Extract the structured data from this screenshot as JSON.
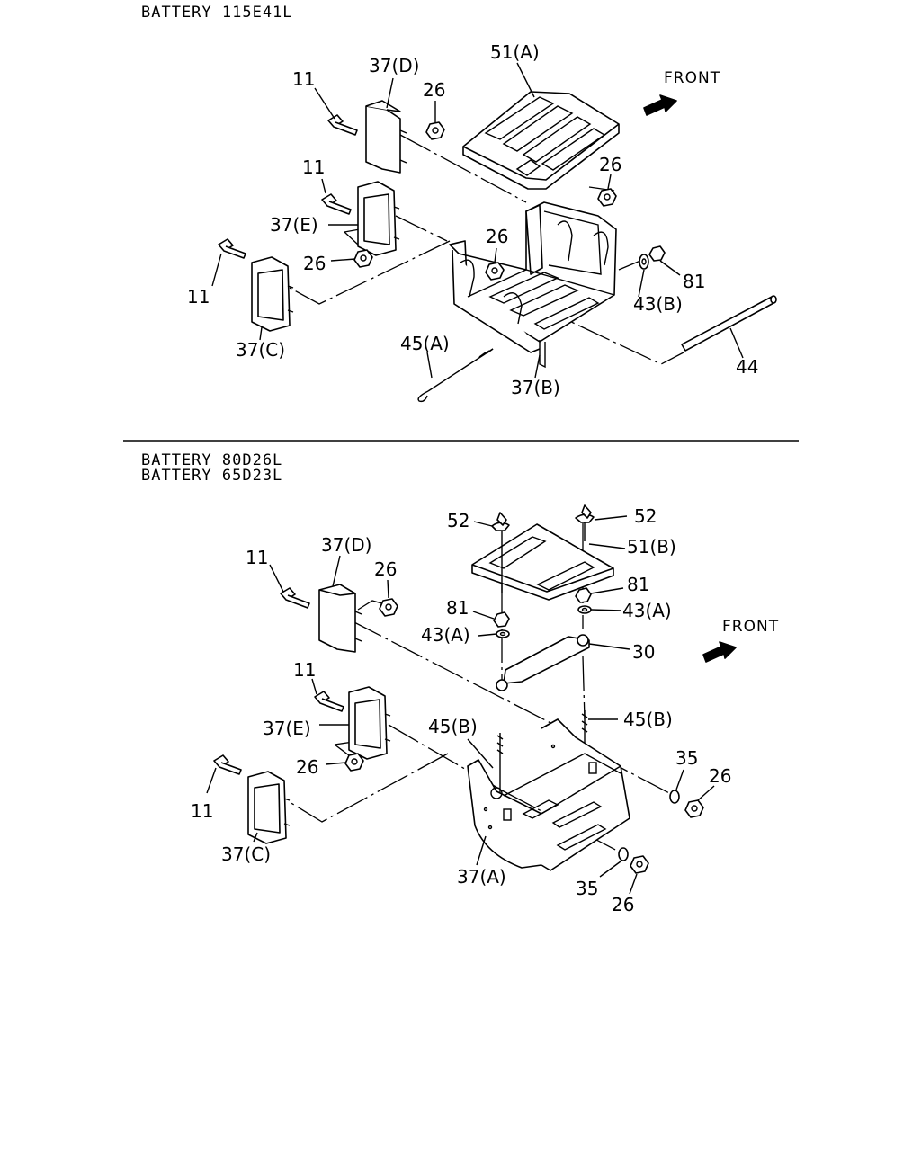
{
  "headers": {
    "section1": "BATTERY 115E41L",
    "section2_line1": "BATTERY 80D26L",
    "section2_line2": "BATTERY 65D23L"
  },
  "section1_callouts": {
    "c11a": "11",
    "c37d": "37(D)",
    "c26a": "26",
    "c51a": "51(A)",
    "front": "FRONT",
    "c26b": "26",
    "c11b": "11",
    "c37e": "37(E)",
    "c26c": "26",
    "c26d": "26",
    "c81": "81",
    "c43b": "43(B)",
    "c11c": "11",
    "c37c": "37(C)",
    "c45a": "45(A)",
    "c37b": "37(B)",
    "c44": "44"
  },
  "section2_callouts": {
    "c52a": "52",
    "c52b": "52",
    "c51b": "51(B)",
    "c11a": "11",
    "c37d": "37(D)",
    "c26a": "26",
    "c81a": "81",
    "c81b": "81",
    "c43aa": "43(A)",
    "c43ab": "43(A)",
    "front": "FRONT",
    "c30": "30",
    "c11b": "11",
    "c45ba": "45(B)",
    "c45bb": "45(B)",
    "c37e": "37(E)",
    "c35a": "35",
    "c26b": "26",
    "c26c": "26",
    "c11c": "11",
    "c37c": "37(C)",
    "c37a": "37(A)",
    "c35b": "35",
    "c26d": "26"
  }
}
